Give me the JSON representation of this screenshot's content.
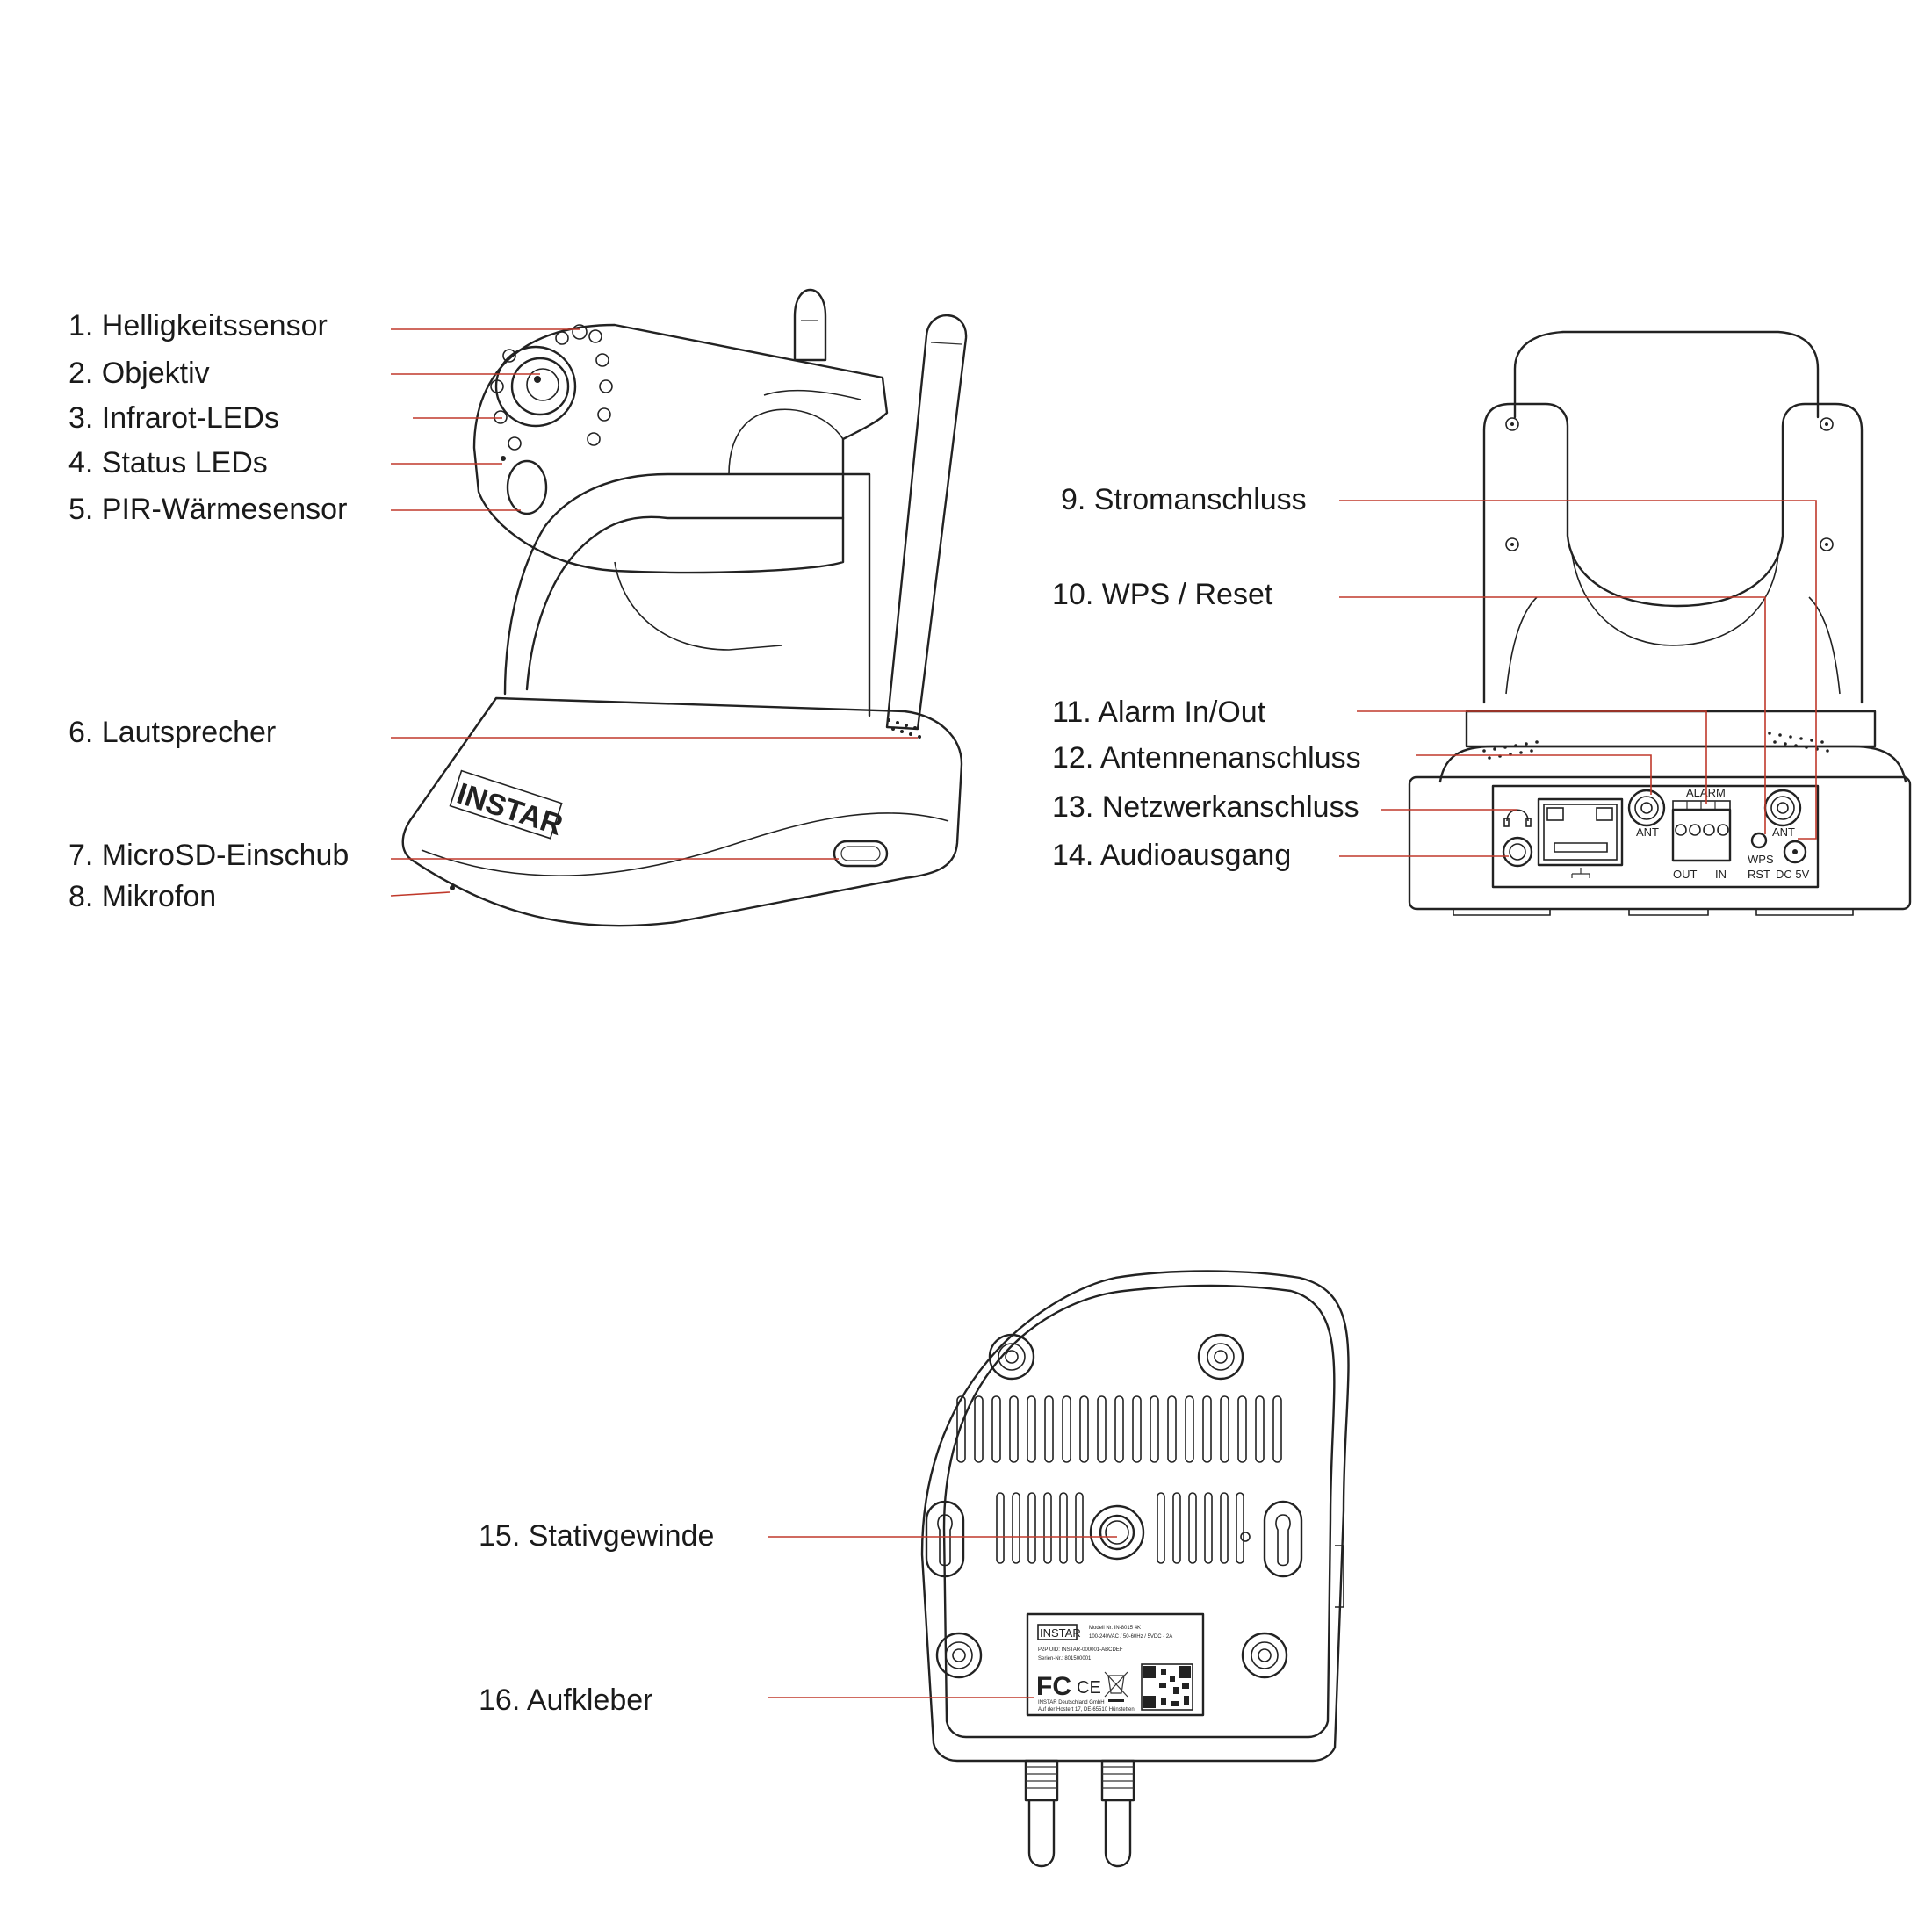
{
  "labels": {
    "l1": "1. Helligkeitssensor",
    "l2": "2. Objektiv",
    "l3": "3. Infrarot-LEDs",
    "l4": "4. Status LEDs",
    "l5": "5. PIR-Wärmesensor",
    "l6": "6. Lautsprecher",
    "l7": "7. MicroSD-Einschub",
    "l8": "8. Mikrofon",
    "l9": "9. Stromanschluss",
    "l10": "10. WPS / Reset",
    "l11": "11. Alarm In/Out",
    "l12": "12. Antennenanschluss",
    "l13": "13. Netzwerkanschluss",
    "l14": "14. Audioausgang",
    "l15": "15. Stativgewinde",
    "l16": "16. Aufkleber"
  },
  "device": {
    "brand": "INSTAR",
    "ports": {
      "alarm": "ALARM",
      "ant_left": "ANT",
      "ant_right": "ANT",
      "wps": "WPS",
      "rst": "RST",
      "dc": "DC 5V",
      "out": "OUT",
      "in": "IN"
    },
    "sticker": {
      "brand": "INSTAR",
      "model": "Modell Nr. IN-8015 4K",
      "power": "100-240VAC / 50-60Hz / 5VDC - 2A",
      "p2p": "P2P UID:    INSTAR-000001-ABCDEF",
      "serial": "Serien-Nr.:   801500001",
      "fc": "FC",
      "ce": "CE",
      "company": "INSTAR Deutschland GmbH",
      "address": "Auf der Hostert 17, DE-65510 Hünstetten"
    }
  },
  "colors": {
    "leader": "#c0392b",
    "outline": "#222222",
    "text": "#1a1a1a"
  }
}
